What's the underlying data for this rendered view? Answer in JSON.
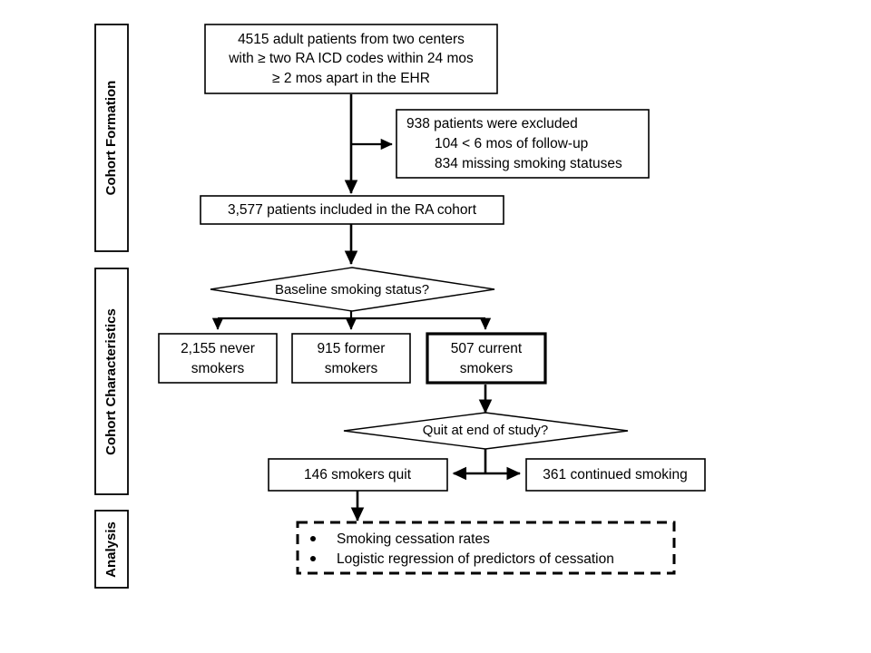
{
  "chart_data": {
    "type": "diagram",
    "title": "RA cohort smoking-status flow diagram",
    "lanes": [
      {
        "id": "cohort-formation",
        "label": "Cohort Formation"
      },
      {
        "id": "cohort-characteristics",
        "label": "Cohort Characteristics"
      },
      {
        "id": "analysis",
        "label": "Analysis"
      }
    ],
    "nodes": [
      {
        "id": "source-cohort",
        "shape": "box",
        "lines": [
          "4515 adult patients from two centers",
          "with ≥ two RA ICD codes within 24 mos",
          "≥ 2 mos apart in the EHR"
        ]
      },
      {
        "id": "excluded",
        "shape": "box",
        "lines": [
          "938 patients were excluded",
          "104 < 6 mos of follow-up",
          "834 missing smoking statuses"
        ]
      },
      {
        "id": "ra-cohort",
        "shape": "box",
        "lines": [
          "3,577 patients included in the RA cohort"
        ]
      },
      {
        "id": "baseline-smoking-status",
        "shape": "diamond",
        "lines": [
          "Baseline smoking status?"
        ]
      },
      {
        "id": "never-smokers",
        "shape": "box",
        "lines": [
          "2,155 never",
          "smokers"
        ]
      },
      {
        "id": "former-smokers",
        "shape": "box",
        "lines": [
          "915 former",
          "smokers"
        ]
      },
      {
        "id": "current-smokers",
        "shape": "box",
        "emphasis": "thick",
        "lines": [
          "507 current",
          "smokers"
        ]
      },
      {
        "id": "quit-at-end-of-study",
        "shape": "diamond",
        "lines": [
          "Quit at end of study?"
        ]
      },
      {
        "id": "smokers-quit",
        "shape": "box",
        "lines": [
          "146 smokers quit"
        ]
      },
      {
        "id": "continued-smoking",
        "shape": "box",
        "lines": [
          "361 continued smoking"
        ]
      },
      {
        "id": "analysis-outputs",
        "shape": "dashed-box",
        "bullets": [
          "Smoking cessation rates",
          "Logistic regression of predictors of cessation"
        ]
      }
    ],
    "colors": {
      "stroke": "#000000",
      "fill": "#ffffff",
      "text": "#000000"
    }
  }
}
